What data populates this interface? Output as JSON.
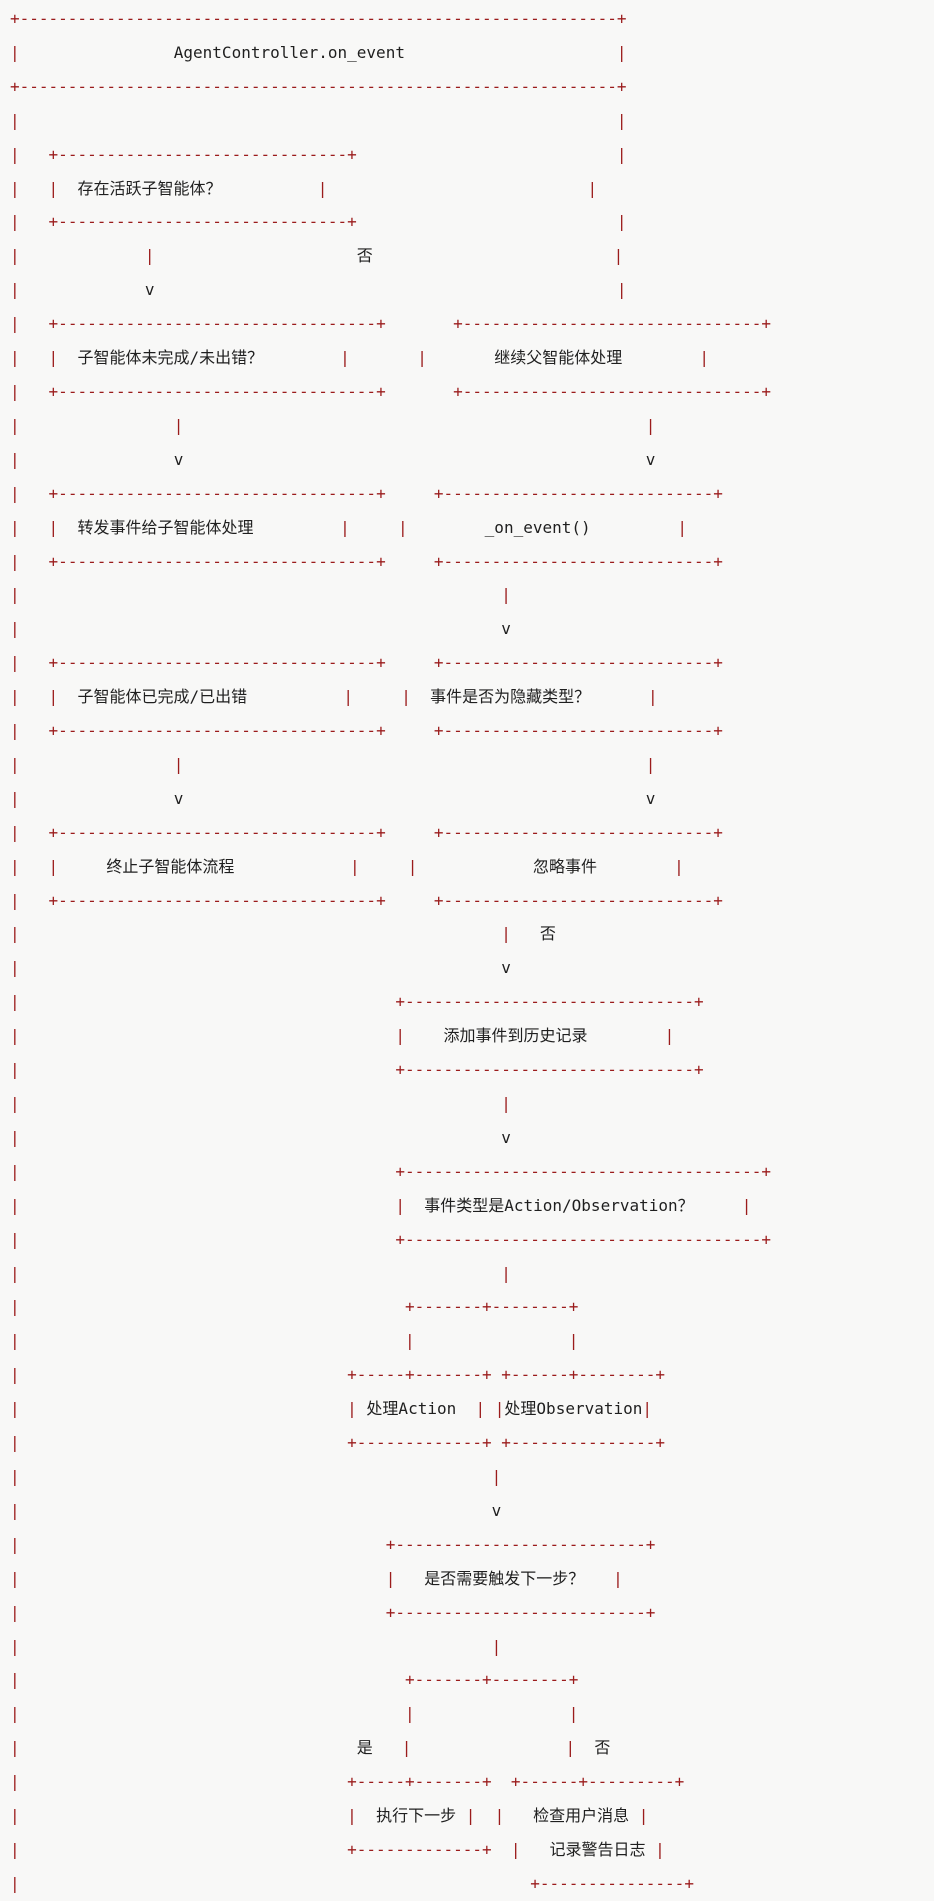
{
  "colors": {
    "background": "#f8f8f7",
    "punctuation": "#9b1c1c",
    "text": "#1f1f1f"
  },
  "flowchart": {
    "title": "AgentController.on_event",
    "edge_labels": [
      "否",
      "是"
    ],
    "nodes": [
      {
        "id": "root",
        "label": "AgentController.on_event"
      },
      {
        "id": "has-active-subagent",
        "label": "存在活跃子智能体？"
      },
      {
        "id": "subagent-unfinished",
        "label": "子智能体未完成/未出错？"
      },
      {
        "id": "forward-event-to-subagent",
        "label": "转发事件给子智能体处理"
      },
      {
        "id": "subagent-finished-or-error",
        "label": "子智能体已完成/已出错"
      },
      {
        "id": "terminate-subagent-flow",
        "label": "终止子智能体流程"
      },
      {
        "id": "continue-parent-agent",
        "label": "继续父智能体处理"
      },
      {
        "id": "on-event-internal",
        "label": "_on_event()"
      },
      {
        "id": "is-hidden-event-type",
        "label": "事件是否为隐藏类型？"
      },
      {
        "id": "ignore-event",
        "label": "忽略事件"
      },
      {
        "id": "append-event-to-history",
        "label": "添加事件到历史记录"
      },
      {
        "id": "is-action-or-observation",
        "label": "事件类型是Action/Observation？"
      },
      {
        "id": "handle-action",
        "label": "处理Action"
      },
      {
        "id": "handle-observation",
        "label": "处理Observation"
      },
      {
        "id": "should-trigger-next-step",
        "label": "是否需要触发下一步？"
      },
      {
        "id": "execute-next-step",
        "label": "执行下一步"
      },
      {
        "id": "check-user-message-log-warning",
        "label": "检查用户消息 记录警告日志"
      }
    ],
    "lines": [
      "+--------------------------------------------------------------+",
      "|                AgentController.on_event                      |",
      "+--------------------------------------------------------------+",
      "|                                                              |",
      "|   +------------------------------+                           |",
      "|   |  存在活跃子智能体？          |                           |",
      "|   +------------------------------+                           |",
      "|             |                     否                         |",
      "|             v                                                |",
      "|   +---------------------------------+       +-------------------------------+",
      "|   |  子智能体未完成/未出错？        |       |       继续父智能体处理        |",
      "|   +---------------------------------+       +-------------------------------+",
      "|                |                                                |",
      "|                v                                                v",
      "|   +---------------------------------+     +----------------------------+",
      "|   |  转发事件给子智能体处理         |     |        _on_event()         |",
      "|   +---------------------------------+     +----------------------------+",
      "|                                                  |",
      "|                                                  v",
      "|   +---------------------------------+     +----------------------------+",
      "|   |  子智能体已完成/已出错          |     |  事件是否为隐藏类型？      |",
      "|   +---------------------------------+     +----------------------------+",
      "|                |                                                |",
      "|                v                                                v",
      "|   +---------------------------------+     +----------------------------+",
      "|   |     终止子智能体流程            |     |            忽略事件        |",
      "|   +---------------------------------+     +----------------------------+",
      "|                                                  |   否",
      "|                                                  v",
      "|                                       +------------------------------+",
      "|                                       |    添加事件到历史记录        |",
      "|                                       +------------------------------+",
      "|                                                  |",
      "|                                                  v",
      "|                                       +-------------------------------------+",
      "|                                       |  事件类型是Action/Observation？     |",
      "|                                       +-------------------------------------+",
      "|                                                  |",
      "|                                        +-------+--------+",
      "|                                        |                |",
      "|                                  +-----+-------+ +------+--------+",
      "|                                  | 处理Action  | |处理Observation|",
      "|                                  +-------------+ +---------------+",
      "|                                                 |",
      "|                                                 v",
      "|                                      +--------------------------+",
      "|                                      |   是否需要触发下一步？   |",
      "|                                      +--------------------------+",
      "|                                                 |",
      "|                                        +-------+--------+",
      "|                                        |                |",
      "|                                   是   |                |  否",
      "|                                  +-----+-------+  +------+---------+",
      "|                                  |  执行下一步 |  |   检查用户消息 |",
      "|                                  +-------------+  |   记录警告日志 |",
      "|                                                     +---------------+"
    ]
  }
}
